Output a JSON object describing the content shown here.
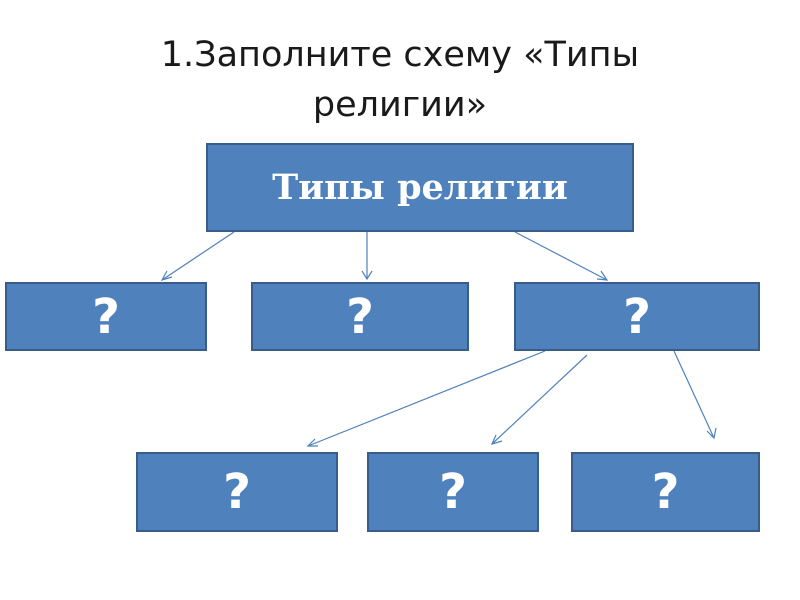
{
  "title": {
    "line1": "1.Заполните схему «Типы",
    "line2": "религии»"
  },
  "diagram": {
    "root": {
      "label": "Типы религии"
    },
    "level1": [
      {
        "label": "?"
      },
      {
        "label": "?"
      },
      {
        "label": "?"
      }
    ],
    "level2": [
      {
        "label": "?"
      },
      {
        "label": "?"
      },
      {
        "label": "?"
      }
    ]
  },
  "colors": {
    "box_fill": "#4f81bd",
    "box_border": "#385d8a",
    "arrow": "#4f81bd"
  }
}
